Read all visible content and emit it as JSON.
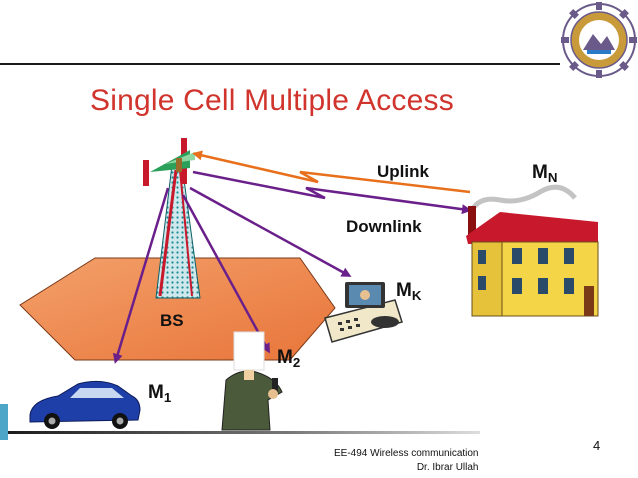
{
  "slide": {
    "title": "Single Cell Multiple Access",
    "page_number": "4",
    "footer": {
      "course": "EE-494 Wireless communication",
      "author": "Dr. Ibrar Ullah"
    }
  },
  "diagram": {
    "uplink": "Uplink",
    "downlink": "Downlink",
    "base_station": "BS",
    "mobiles": [
      {
        "name": "M",
        "sub": "N"
      },
      {
        "name": "M",
        "sub": "K"
      },
      {
        "name": "M",
        "sub": "2"
      },
      {
        "name": "M",
        "sub": "1"
      }
    ]
  },
  "colors": {
    "title": "#d0342c",
    "uplink_arrow": "#e8701c",
    "downlink_arrow": "#6a1f8a",
    "cell_fill": "#ef8f52",
    "house_wall": "#f5d548",
    "house_roof": "#c8182c",
    "car": "#1f3fa8"
  }
}
